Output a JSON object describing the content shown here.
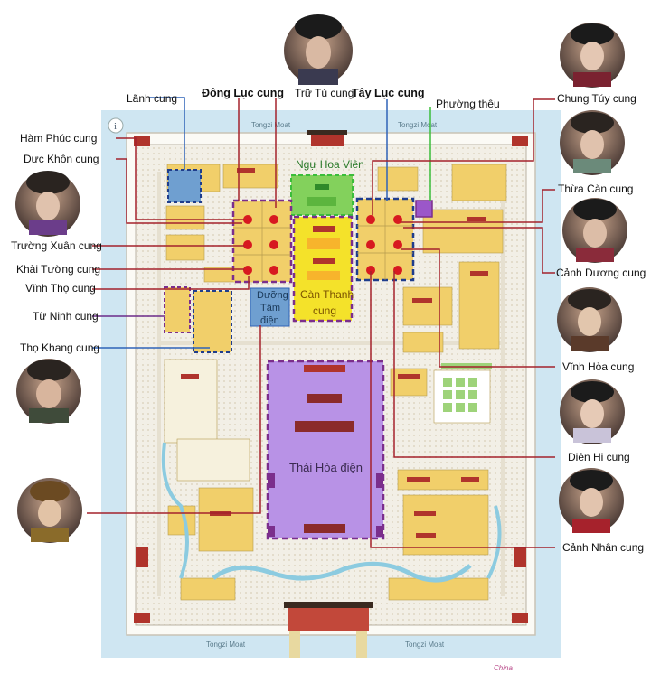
{
  "map": {
    "moat_labels": {
      "top_left": "Tongzi Moat",
      "top_right": "Tongzi Moat",
      "bottom_left": "Tongzi Moat",
      "bottom_right": "Tongzi Moat"
    },
    "zones": {
      "garden": "Ngự Hoa Viên",
      "can_thanh_1": "Càn Thanh",
      "can_thanh_2": "cung",
      "duong_tam_1": "Dưỡng",
      "duong_tam_2": "Tâm",
      "duong_tam_3": "điện",
      "thai_hoa": "Thái Hòa điện"
    },
    "watermark": "China"
  },
  "labels": {
    "lanh_cung": "Lãnh cung",
    "dong_luc_cung": "Đông Lục cung",
    "tru_tu_cung": "Trữ Tú cung",
    "tay_luc_cung": "Tây Lục cung",
    "phuong_theu": "Phường thêu",
    "ham_phuc_cung": "Hàm Phúc cung",
    "duc_khon_cung": "Dực Khôn cung",
    "truong_xuan_cung": "Trường Xuân cung",
    "khai_tuong_cung": "Khải Tường cung",
    "vinh_tho_cung": "Vĩnh Thọ cung",
    "tu_ninh_cung": "Từ Ninh cung",
    "tho_khang_cung": "Thọ Khang cung",
    "chung_tuy_cung": "Chung Túy cung",
    "thua_can_cung": "Thừa Càn cung",
    "canh_duong_cung": "Cảnh Dương cung",
    "vinh_hoa_cung": "Vĩnh Hòa cung",
    "dien_hi_cung": "Diên Hi cung",
    "canh_nhan_cung": "Cảnh Nhân cung"
  },
  "colors": {
    "moat": "#cfe6f2",
    "courtyard": "#f3f0e6",
    "building": "#f1cf6a",
    "roof": "#b0342c",
    "dot": "#d71920",
    "blue_box": "#1f3d8c",
    "purple_box": "#7b2e8c",
    "yellow_zone": "#f4e22a",
    "violet_zone": "#b892e6",
    "green_zone": "#83d15c",
    "steelblue_zone": "#6f9fd0",
    "line_red": "#a4222c",
    "line_purple": "#6c2b8a",
    "line_blue": "#2f63b8",
    "line_green": "#3bbd3b"
  },
  "icons": [
    "info-icon",
    "portrait-icon",
    "palace-roof-icon",
    "dot-marker-icon"
  ]
}
